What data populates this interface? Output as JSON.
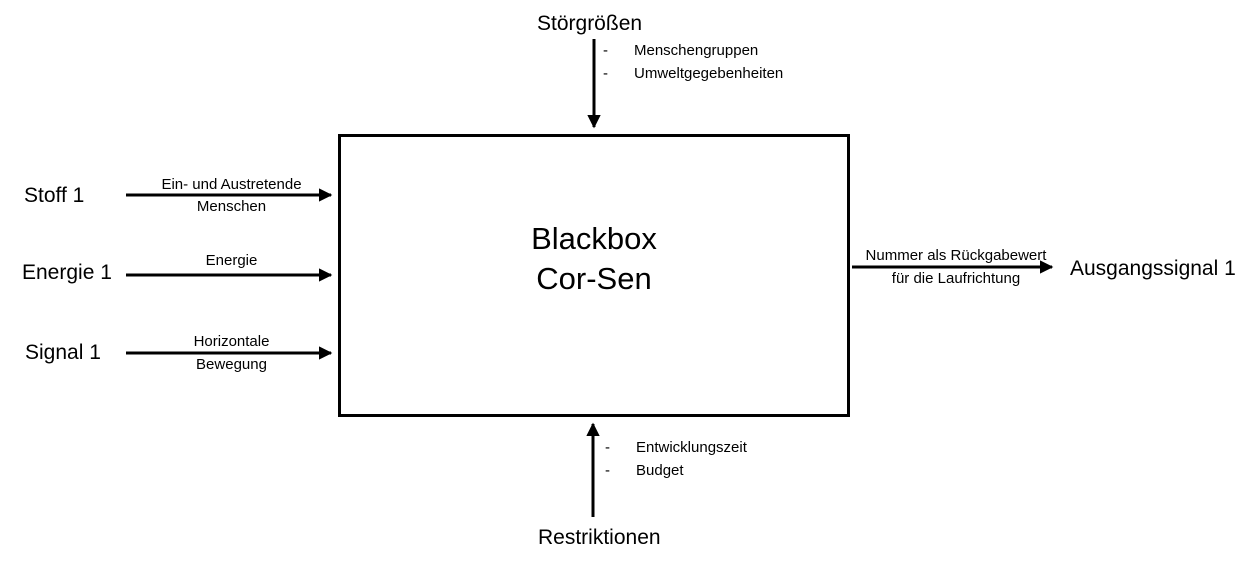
{
  "colors": {
    "line": "#000000",
    "background": "#ffffff",
    "text": "#000000"
  },
  "bullet_char": "-",
  "box": {
    "line1": "Blackbox",
    "line2": "Cor-Sen"
  },
  "top": {
    "title": "Störgrößen",
    "items": [
      "Menschengruppen",
      "Umweltgegebenheiten"
    ]
  },
  "bottom": {
    "title": "Restriktionen",
    "items": [
      "Entwicklungszeit",
      "Budget"
    ]
  },
  "inputs": [
    {
      "name": "Stoff 1",
      "arrow_label_line1": "Ein- und Austretende",
      "arrow_label_line2": "Menschen"
    },
    {
      "name": "Energie 1",
      "arrow_label_line1": "Energie",
      "arrow_label_line2": ""
    },
    {
      "name": "Signal 1",
      "arrow_label_line1": "Horizontale",
      "arrow_label_line2": "Bewegung"
    }
  ],
  "output": {
    "name": "Ausgangssignal 1",
    "arrow_label_line1": "Nummer als Rückgabewert",
    "arrow_label_line2": "für die Laufrichtung"
  }
}
